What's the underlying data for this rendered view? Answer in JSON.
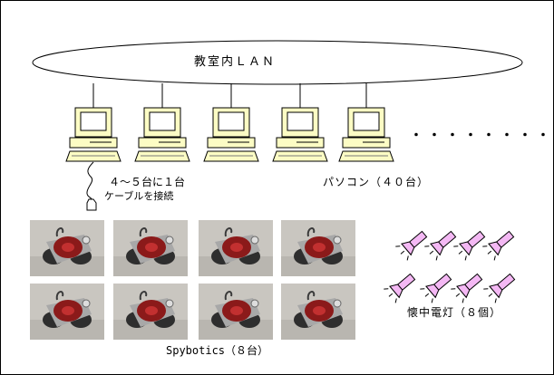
{
  "diagram": {
    "network": {
      "label": "教室内ＬＡＮ"
    },
    "computers": {
      "label": "パソコン（４０台）",
      "count_drawn": 5,
      "continuation": "・・・・・・・・"
    },
    "connection": {
      "ratio_label": "４～５台に１台",
      "cable_label": "ケーブルを接続"
    },
    "robots": {
      "label": "Spybotics（８台）",
      "count": 8
    },
    "flashlights": {
      "label": "懐中電灯（８個）",
      "count": 8,
      "color": "#f4b8f4"
    },
    "colors": {
      "monitor": "#fcfcc4",
      "robot_body": "#8b1a1a",
      "photo_bg": "#c9c6c0"
    }
  }
}
